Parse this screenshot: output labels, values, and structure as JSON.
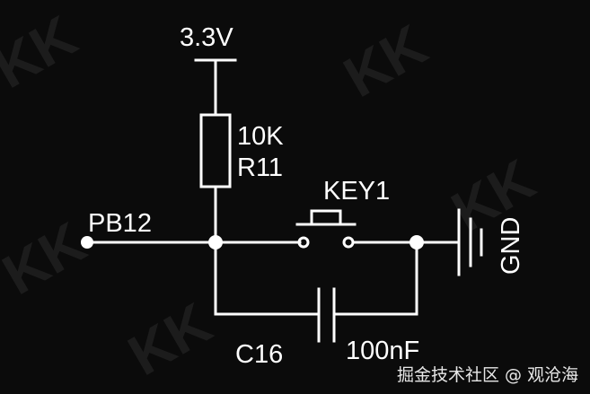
{
  "labels": {
    "supply": "3.3V",
    "resistor_value": "10K",
    "resistor_ref": "R11",
    "switch_ref": "KEY1",
    "net_left": "PB12",
    "ground": "GND",
    "capacitor_ref": "C16",
    "capacitor_value": "100nF"
  },
  "watermark": "掘金技术社区 @ 观沧海",
  "colors": {
    "background": "#0b0b0b",
    "wire": "#ffffff"
  }
}
